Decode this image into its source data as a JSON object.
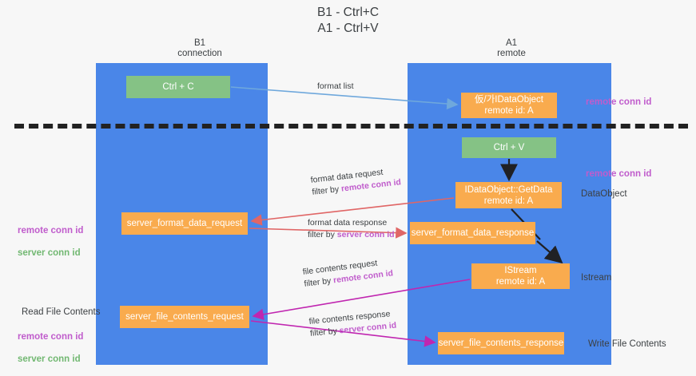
{
  "title": "B1 - Ctrl+C\nA1 - Ctrl+V",
  "columns": {
    "left": "B1\nconnection",
    "right": "A1\nremote"
  },
  "boxes": {
    "ctrl_c": "Ctrl + C",
    "idataobject": "仮/가IDataObject\nremote id: A",
    "ctrl_v": "Ctrl + V",
    "getdata": "IDataObject::GetData\nremote id: A",
    "server_format_data_request": "server_format_data_request",
    "server_format_data_response": "server_format_data_response",
    "istream": "IStream\nremote id: A",
    "server_file_contents_request": "server_file_contents_request",
    "server_file_contents_response": "server_file_contents_response"
  },
  "edge_labels": {
    "format_list": "format list",
    "format_data_request": "format data request",
    "format_data_request_filter_prefix": "filter by ",
    "format_data_request_filter_key": "remote conn id",
    "format_data_response": "format data response",
    "format_data_response_filter_prefix": "filter by ",
    "format_data_response_filter_key": "server conn id",
    "file_contents_request": "file contents request",
    "file_contents_request_filter_prefix": "filter by ",
    "file_contents_request_filter_key": "remote conn id",
    "file_contents_response": "file contents response",
    "file_contents_response_filter_prefix": "filter by ",
    "file_contents_response_filter_key": "server conn id"
  },
  "annotations": {
    "right_remote_conn_id_top": "remote conn id",
    "right_remote_conn_id_mid": "remote conn id",
    "right_dataobject": "DataObject",
    "right_istream": "Istream",
    "right_write_file_contents": "Write File Contents",
    "left_remote_conn_id": "remote conn id",
    "left_server_conn_id": "server conn id",
    "left_read_file_contents": "Read File Contents",
    "left_remote_conn_id_2": "remote conn id",
    "left_server_conn_id_2": "server conn id"
  },
  "colors": {
    "lane": "#4a86e8",
    "green_box": "#85c285",
    "orange_box": "#f9ab4e",
    "magenta_text": "#c05ccc",
    "green_text": "#72b872",
    "arrow_blue": "#6fa8dc",
    "arrow_red": "#e06666",
    "arrow_magenta": "#c026b0",
    "arrow_black": "#202124",
    "background": "#f7f7f7"
  }
}
